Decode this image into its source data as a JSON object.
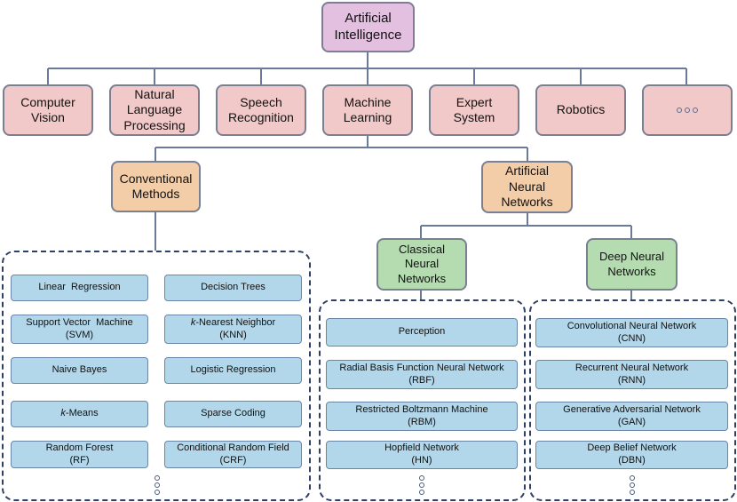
{
  "root": {
    "line1": "Artificial",
    "line2": "Intelligence"
  },
  "fields": {
    "computer_vision": [
      "Computer",
      "Vision"
    ],
    "nlp": [
      "Natural",
      "Language",
      "Processing"
    ],
    "speech": [
      "Speech",
      "Recognition"
    ],
    "ml": [
      "Machine",
      "Learning"
    ],
    "expert": [
      "Expert",
      "System"
    ],
    "robotics": [
      "Robotics"
    ]
  },
  "ml_branches": {
    "conventional": [
      "Conventional",
      "Methods"
    ],
    "ann": [
      "Artificial",
      "Neural",
      "Networks"
    ]
  },
  "ann_branches": {
    "classical": [
      "Classical",
      "Neural",
      "Networks"
    ],
    "deep": [
      "Deep Neural",
      "Networks"
    ]
  },
  "conventional_methods": {
    "left": [
      [
        "Linear  Regression"
      ],
      [
        "Support Vector  Machine",
        "(SVM)"
      ],
      [
        "Naive Bayes"
      ],
      [
        "k",
        "-Means"
      ],
      [
        "Random Forest",
        "(RF)"
      ]
    ],
    "right": [
      [
        "Decision Trees"
      ],
      [
        "k",
        "-Nearest Neighbor",
        "(KNN)"
      ],
      [
        "Logistic Regression"
      ],
      [
        "Sparse Coding"
      ],
      [
        "Conditional Random Field",
        "(CRF)"
      ]
    ]
  },
  "classical_networks": [
    [
      "Perception"
    ],
    [
      "Radial Basis Function Neural Network",
      "(RBF)"
    ],
    [
      "Restricted Boltzmann Machine",
      "(RBM)"
    ],
    [
      "Hopfield Network",
      "(HN)"
    ]
  ],
  "deep_networks": [
    [
      "Convolutional Neural Network",
      "(CNN)"
    ],
    [
      "Recurrent Neural Network",
      "(RNN)"
    ],
    [
      "Generative Adversarial Network",
      "(GAN)"
    ],
    [
      "Deep Belief Network",
      "(DBN)"
    ]
  ],
  "colors": {
    "root_fill": "#e3bfe0",
    "field_fill": "#f2c9c9",
    "branch_fill": "#f3cda7",
    "nn_fill": "#b4dcb0",
    "leaf_fill": "#b3d7ea",
    "connector": "#6b7a99",
    "group_border": "#2f4065"
  }
}
